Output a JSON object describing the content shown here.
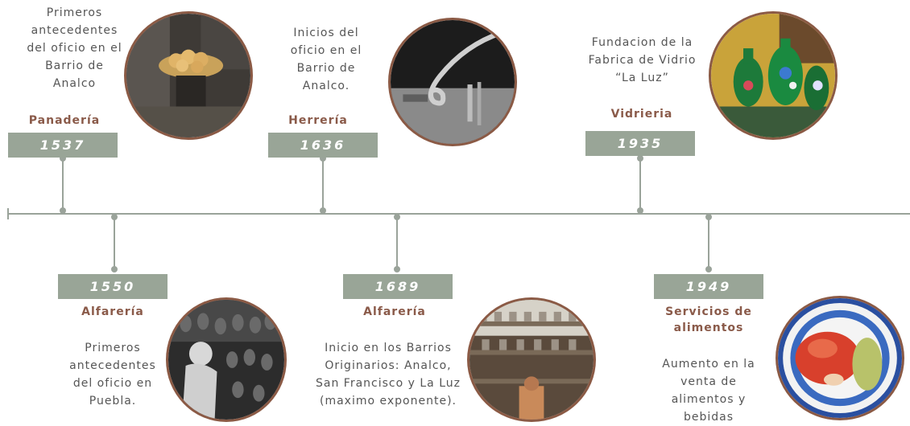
{
  "events": [
    {
      "year": "1537",
      "craft": "Panadería",
      "description": "Primeros antecedentes del oficio en el Barrio de Analco"
    },
    {
      "year": "1550",
      "craft": "Alfarería",
      "description": "Primeros antecedentes del oficio en Puebla."
    },
    {
      "year": "1636",
      "craft": "Herrería",
      "description": "Inicios del oficio en el Barrio de Analco."
    },
    {
      "year": "1689",
      "craft": "Alfarería",
      "description": "Inicio en los Barrios Originarios:  Analco, San Francisco y La Luz (maximo exponente)."
    },
    {
      "year": "1935",
      "craft": "Vidrieria",
      "description": "Fundacion de la Fabrica de Vidrio “La Luz”"
    },
    {
      "year": "1949",
      "craft": "Servicios de alimentos",
      "description": "Aumento en la venta de alimentos y bebidas"
    }
  ],
  "colors": {
    "axis": "#9aa39a",
    "year_box": "#99a597",
    "craft_text": "#8a5a49",
    "photo_border": "#8b5a45"
  }
}
